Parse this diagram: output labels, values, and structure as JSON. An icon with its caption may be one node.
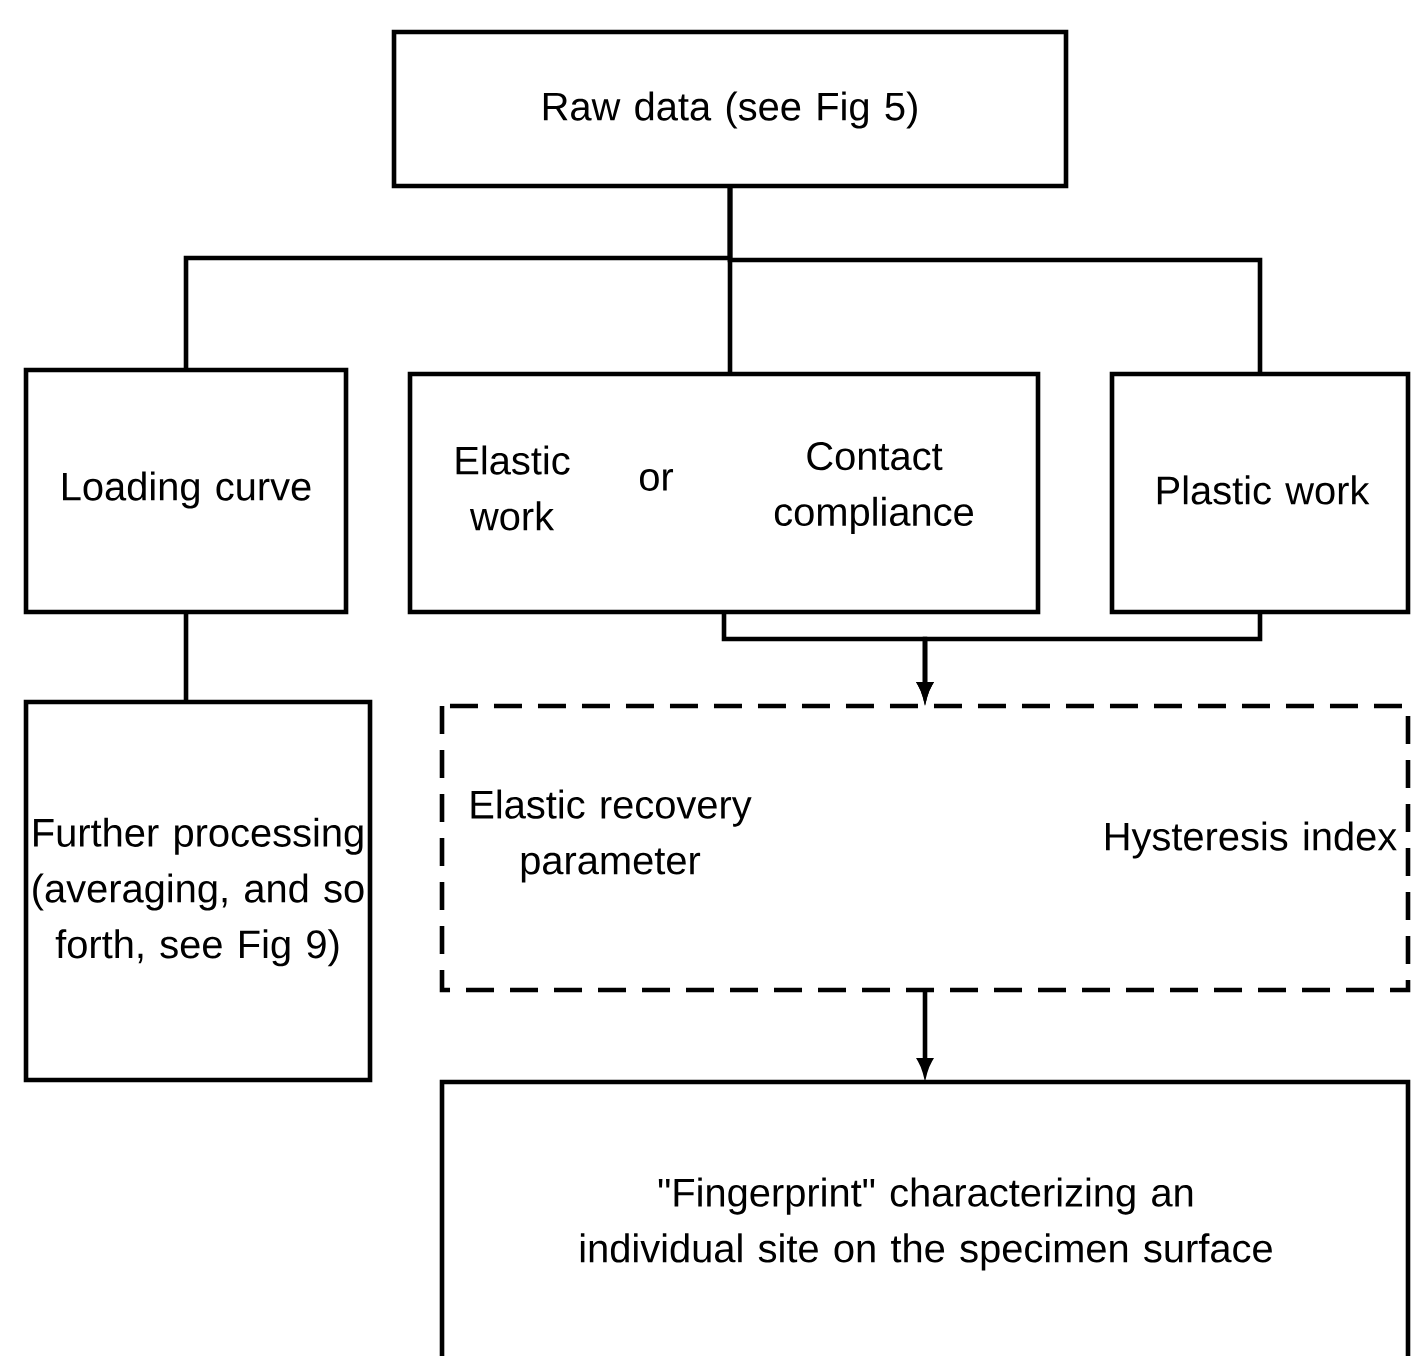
{
  "diagram": {
    "nodes": [
      {
        "text": [
          "Raw data (see Fig 5)"
        ]
      },
      {
        "text": [
          "Loading curve"
        ]
      },
      {
        "text": [
          "Elastic work",
          "or",
          "Contact compliance"
        ]
      },
      {
        "text": [
          "Plastic work"
        ]
      },
      {
        "text": [
          "Further processing (averaging, and so forth, see Fig 9)"
        ]
      },
      {
        "text": [
          "Elastic recovery parameter",
          "Hysteresis index"
        ]
      },
      {
        "text": [
          "\"Fingerprint\" characterizing an individual site on the specimen surface"
        ]
      }
    ],
    "edges": [
      {
        "from": 0,
        "to": 1,
        "arrow": "none"
      },
      {
        "from": 0,
        "to": 2,
        "arrow": "none"
      },
      {
        "from": 0,
        "to": 3,
        "arrow": "none"
      },
      {
        "from": 1,
        "to": 4,
        "arrow": "none"
      },
      {
        "from": 2,
        "to": 5,
        "arrow": "to"
      },
      {
        "from": 3,
        "to": 5,
        "arrow": "to"
      },
      {
        "from": 5,
        "to": 6,
        "arrow": "to"
      }
    ]
  }
}
